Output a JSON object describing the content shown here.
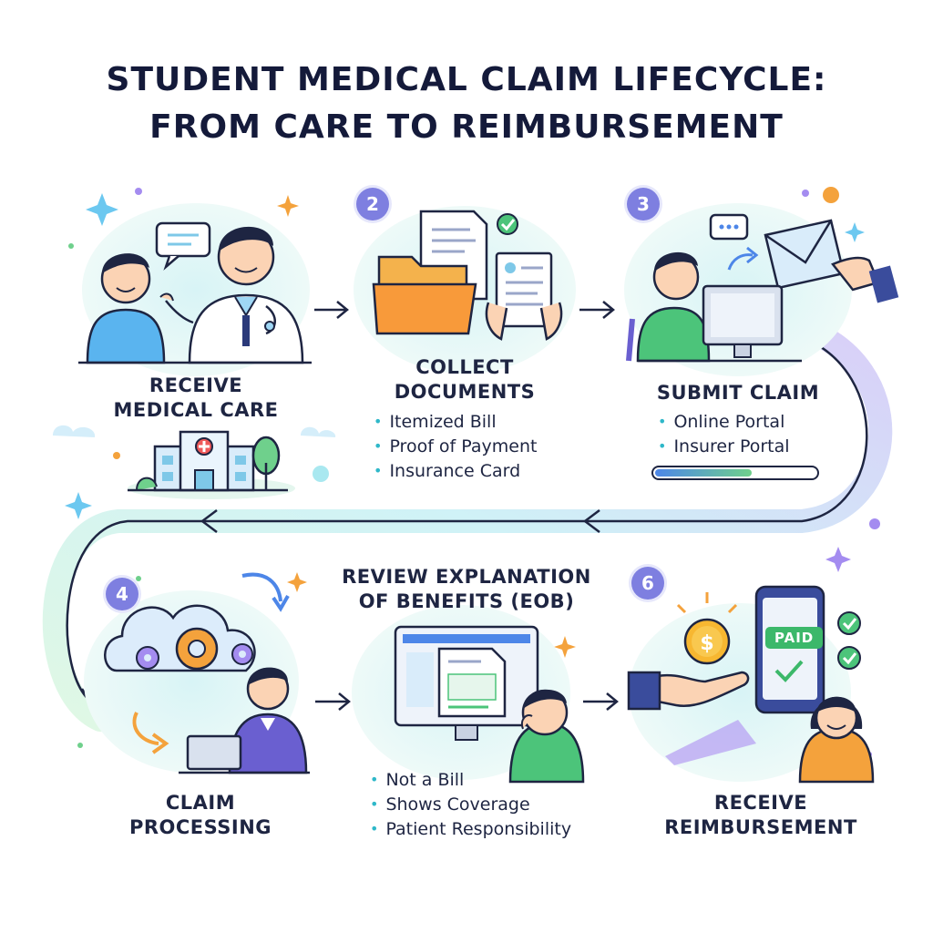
{
  "title": {
    "line1": "STUDENT MEDICAL CLAIM LIFECYCLE:",
    "line2": "FROM CARE TO REIMBURSEMENT"
  },
  "steps": [
    {
      "number": "",
      "label_lines": [
        "RECEIVE",
        "MEDICAL CARE"
      ],
      "bullets": []
    },
    {
      "number": "2",
      "label_lines": [
        "COLLECT",
        "DOCUMENTS"
      ],
      "bullets": [
        "Itemized Bill",
        "Proof of Payment",
        "Insurance Card"
      ]
    },
    {
      "number": "3",
      "label_lines": [
        "SUBMIT CLAIM"
      ],
      "bullets": [
        "Online Portal",
        "Insurer Portal"
      ]
    },
    {
      "number": "4",
      "label_lines": [
        "CLAIM",
        "PROCESSING"
      ],
      "bullets": []
    },
    {
      "number": "",
      "label_lines": [
        "REVIEW EXPLANATION",
        "OF BENEFITS (EOB)"
      ],
      "bullets": [
        "Not a Bill",
        "Shows Coverage",
        "Patient Responsibility"
      ]
    },
    {
      "number": "6",
      "label_lines": [
        "RECEIVE",
        "REIMBURSEMENT"
      ],
      "bullets": []
    }
  ],
  "phone_badge": "PAID",
  "submission_progress": 0.6,
  "colors": {
    "title": "#141a3a",
    "step_badge": "#7e7fe0",
    "flow_gradient_start": "#8fe6d8",
    "flow_gradient_end": "#a48cf0",
    "progress_fill": "#5fc88a",
    "accent_orange": "#f4a23c"
  },
  "icons": {
    "step1": [
      "student-figure",
      "doctor-figure",
      "speech-bubble-icon",
      "hospital-icon",
      "tree-icon"
    ],
    "step2": [
      "folder-icon",
      "document-icon",
      "check-icon",
      "hands-holding-form"
    ],
    "step3": [
      "student-at-computer",
      "envelope-icon",
      "chat-bubble-icon",
      "progress-bar"
    ],
    "step4": [
      "cloud-icon",
      "gear-icon",
      "sync-arrows-icon",
      "agent-at-laptop"
    ],
    "step5": [
      "monitor-icon",
      "eob-document-icon",
      "thinking-student"
    ],
    "step6": [
      "hand-icon",
      "coin-icon",
      "phone-icon",
      "check-icon",
      "student-smiling"
    ]
  }
}
